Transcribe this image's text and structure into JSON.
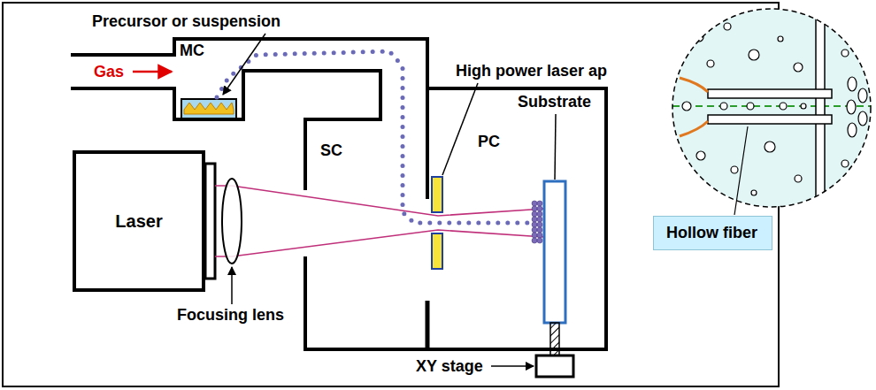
{
  "diagram": {
    "nodes": [
      {
        "text": [
          "MC"
        ]
      },
      {
        "text": [
          "Laser"
        ]
      },
      {
        "text": [
          "SC"
        ]
      },
      {
        "text": [
          "PC"
        ]
      },
      {
        "text": [
          "Hollow fiber"
        ]
      }
    ],
    "labels": [
      "Precursor or suspension",
      "Gas",
      "High power laser ap",
      "Substrate",
      "Focusing lens",
      "XY stage"
    ]
  }
}
